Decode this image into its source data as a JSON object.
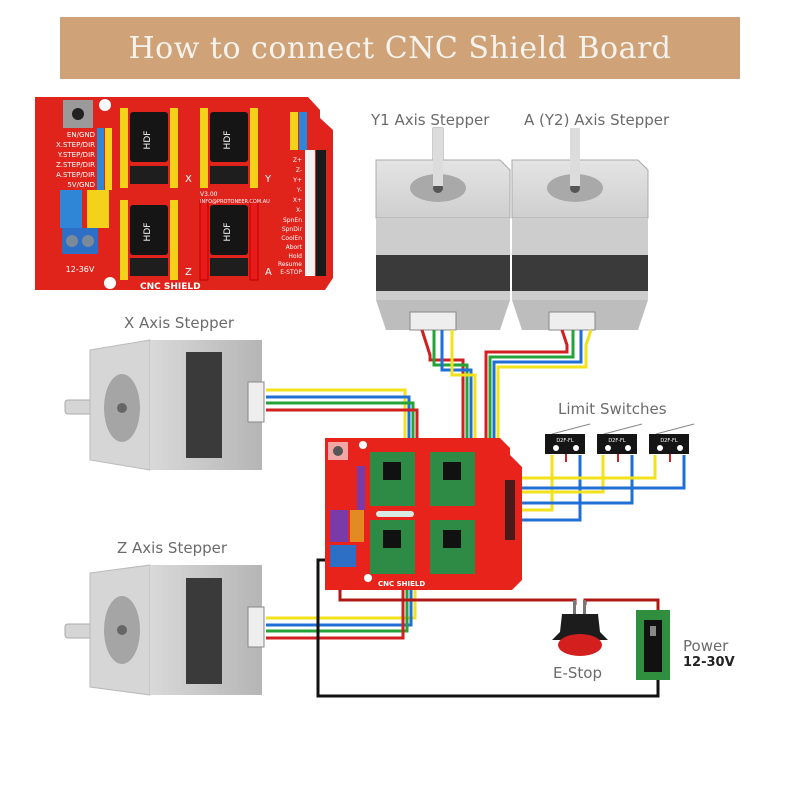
{
  "title": "How to connect CNC Shield Board",
  "components": {
    "y1_stepper": "Y1 Axis Stepper",
    "a_stepper": "A (Y2) Axis Stepper",
    "x_stepper": "X Axis Stepper",
    "z_stepper": "Z Axis Stepper",
    "limit_switches": "Limit Switches",
    "estop": "E-Stop",
    "power": "Power",
    "power_voltage": "12-30V"
  },
  "shield_photo": {
    "name": "CNC SHIELD",
    "version": "V3.00",
    "url_text": "INFO@PROTONEER.COM.AU",
    "voltage": "12-36V",
    "left_pins": [
      "EN/GND",
      "X.STEP/DIR",
      "Y.STEP/DIR",
      "Z.STEP/DIR",
      "A.STEP/DIR",
      "5V/GND"
    ],
    "right_pins": [
      "Z+",
      "Z-",
      "Y+",
      "Y-",
      "X+",
      "X-",
      "SpnEn",
      "SpnDir",
      "CoolEn",
      "Abort",
      "Hold",
      "Resume",
      "E-STOP"
    ],
    "driver_labels": [
      "X",
      "Y",
      "Z",
      "A"
    ],
    "capacitor_text": "HDF"
  },
  "wire_colors": {
    "red": "#d21f1f",
    "green": "#24a338",
    "blue": "#1f6fd6",
    "yellow": "#f2e21b",
    "black": "#111111",
    "pcb_red": "#e8231c",
    "driver_green": "#2e8b45",
    "banner": "#cfa277"
  },
  "switch_labels": [
    "D2F-FL",
    "D2F-FL",
    "D2F-FL"
  ]
}
